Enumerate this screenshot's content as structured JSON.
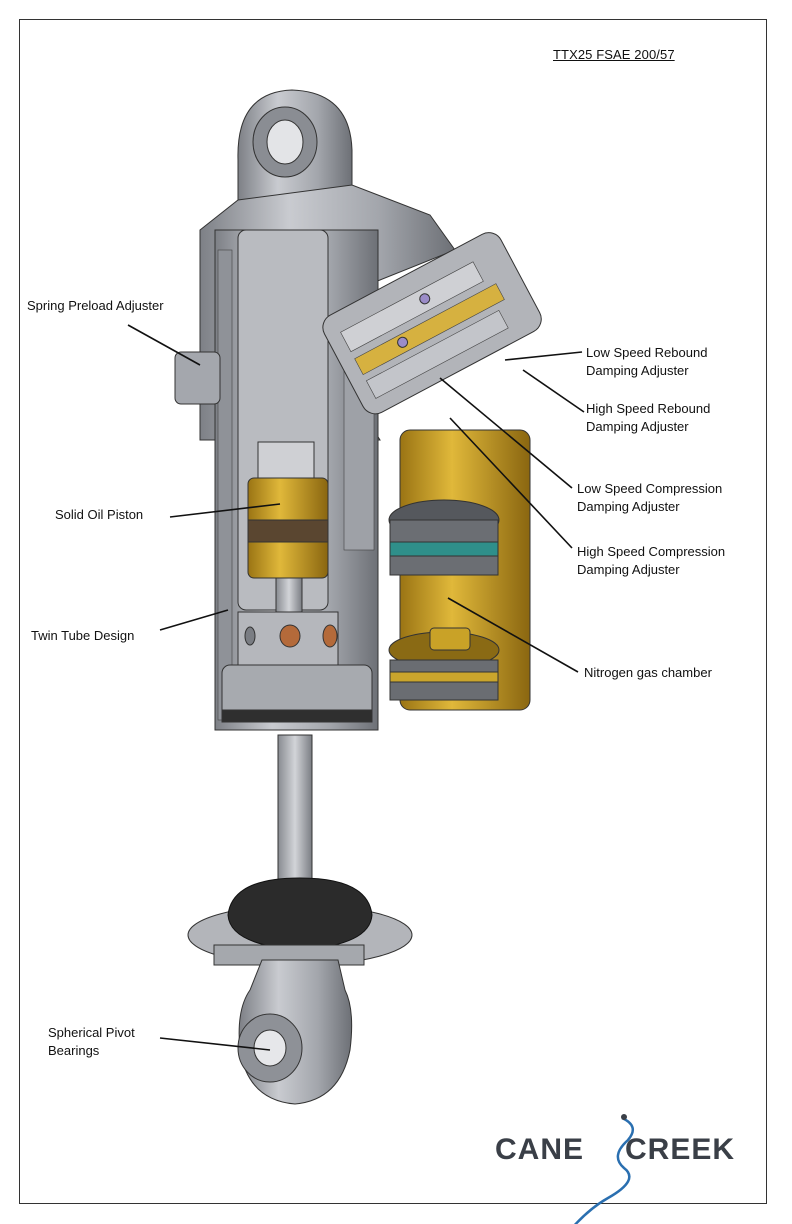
{
  "title": "TTX25 FSAE 200/57",
  "labels": {
    "spring_preload": "Spring Preload Adjuster",
    "solid_piston": "Solid Oil Piston",
    "twin_tube": "Twin Tube Design",
    "spherical_line1": "Spherical Pivot",
    "spherical_line2": "Bearings",
    "ls_rebound_line1": "Low Speed Rebound",
    "ls_rebound_line2": "Damping Adjuster",
    "hs_rebound_line1": "High Speed Rebound",
    "hs_rebound_line2": "Damping Adjuster",
    "ls_comp_line1": "Low Speed Compression",
    "ls_comp_line2": "Damping Adjuster",
    "hs_comp_line1": "High Speed Compression",
    "hs_comp_line2": "Damping Adjuster",
    "nitrogen": "Nitrogen gas chamber"
  },
  "logo": {
    "word1": "CANE",
    "word2": "CREEK",
    "text_color": "#3a3f47",
    "accent_color": "#2a6fb0"
  },
  "colors": {
    "metal": "#a9abb0",
    "metal_dark": "#6f7278",
    "gold": "#c9a227",
    "gold_dark": "#8f6d12",
    "seal_teal": "#2f8f8a",
    "rubber": "#2b2b2b"
  }
}
